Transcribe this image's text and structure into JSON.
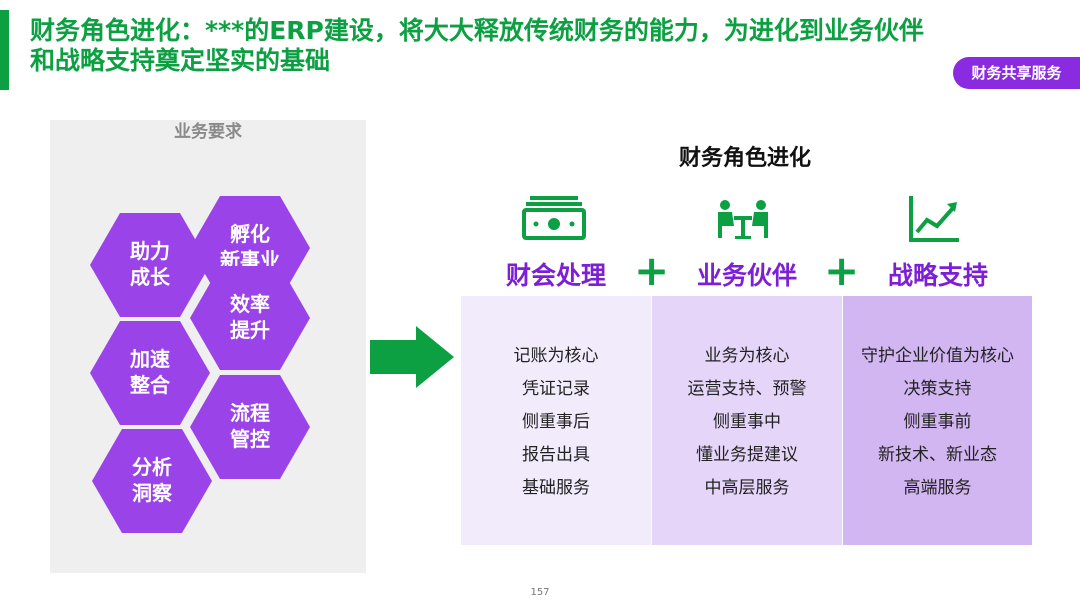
{
  "title": {
    "line1": "财务角色进化：***的ERP建设，将大大释放传统财务的能力，为进化到业务伙伴",
    "line2": "和战略支持奠定坚实的基础"
  },
  "badge": "财务共享服务",
  "left_panel": {
    "title": "业务要求",
    "hexes": [
      {
        "line1": "孵化",
        "line2": "新事业"
      },
      {
        "line1": "助力",
        "line2": "成长"
      },
      {
        "line1": "效率",
        "line2": "提升"
      },
      {
        "line1": "加速",
        "line2": "整合"
      },
      {
        "line1": "流程",
        "line2": "管控"
      },
      {
        "line1": "分析",
        "line2": "洞察"
      }
    ]
  },
  "evolution": {
    "title": "财务角色进化",
    "plus_sign": "+",
    "columns": [
      {
        "icon": "money-icon",
        "heading": "财会处理",
        "items": [
          "记账为核心",
          "凭证记录",
          "侧重事后",
          "报告出具",
          "基础服务"
        ]
      },
      {
        "icon": "meeting-icon",
        "heading": "业务伙伴",
        "items": [
          "业务为核心",
          "运营支持、预警",
          "侧重事中",
          "懂业务提建议",
          "中高层服务"
        ]
      },
      {
        "icon": "growth-chart-icon",
        "heading": "战略支持",
        "items": [
          "守护企业价值为核心",
          "决策支持",
          "侧重事前",
          "新技术、新业态",
          "高端服务"
        ]
      }
    ]
  },
  "colors": {
    "green": "#0ca043",
    "purple": "#8a2be2",
    "hex_purple": "#9a43e8",
    "heading_purple": "#7d1fd6",
    "box1": "#f1ebfb",
    "box2": "#e5d5f8",
    "box3": "#d2b6f1"
  },
  "page_number": "157"
}
